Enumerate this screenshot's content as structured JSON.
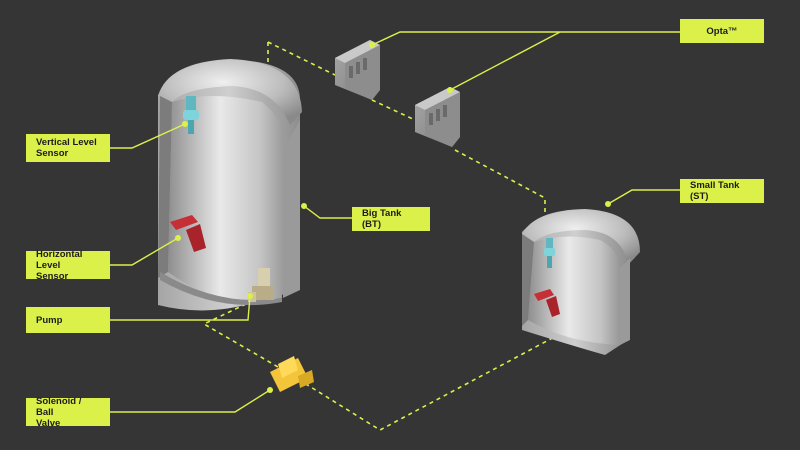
{
  "labels": {
    "opta": "Opta™",
    "small_tank": "Small Tank (ST)",
    "big_tank": "Big Tank (BT)",
    "vertical_sensor": "Vertical Level\nSensor",
    "horizontal_sensor": "Horizontal Level\nSensor",
    "pump": "Pump",
    "valve": "Solenoid / Ball\nValve"
  },
  "colors": {
    "background": "#353535",
    "accent": "#dcf04a",
    "tank_metal": "#b9b9b9",
    "sensor_vertical": "#6fc6cf",
    "sensor_horizontal": "#b8292d",
    "valve_body": "#f2c53a",
    "pump_body": "#cfc39c"
  },
  "icons": [
    "opta-controller-icon",
    "tank-icon",
    "float-sensor-icon",
    "pump-icon",
    "solenoid-valve-icon"
  ]
}
